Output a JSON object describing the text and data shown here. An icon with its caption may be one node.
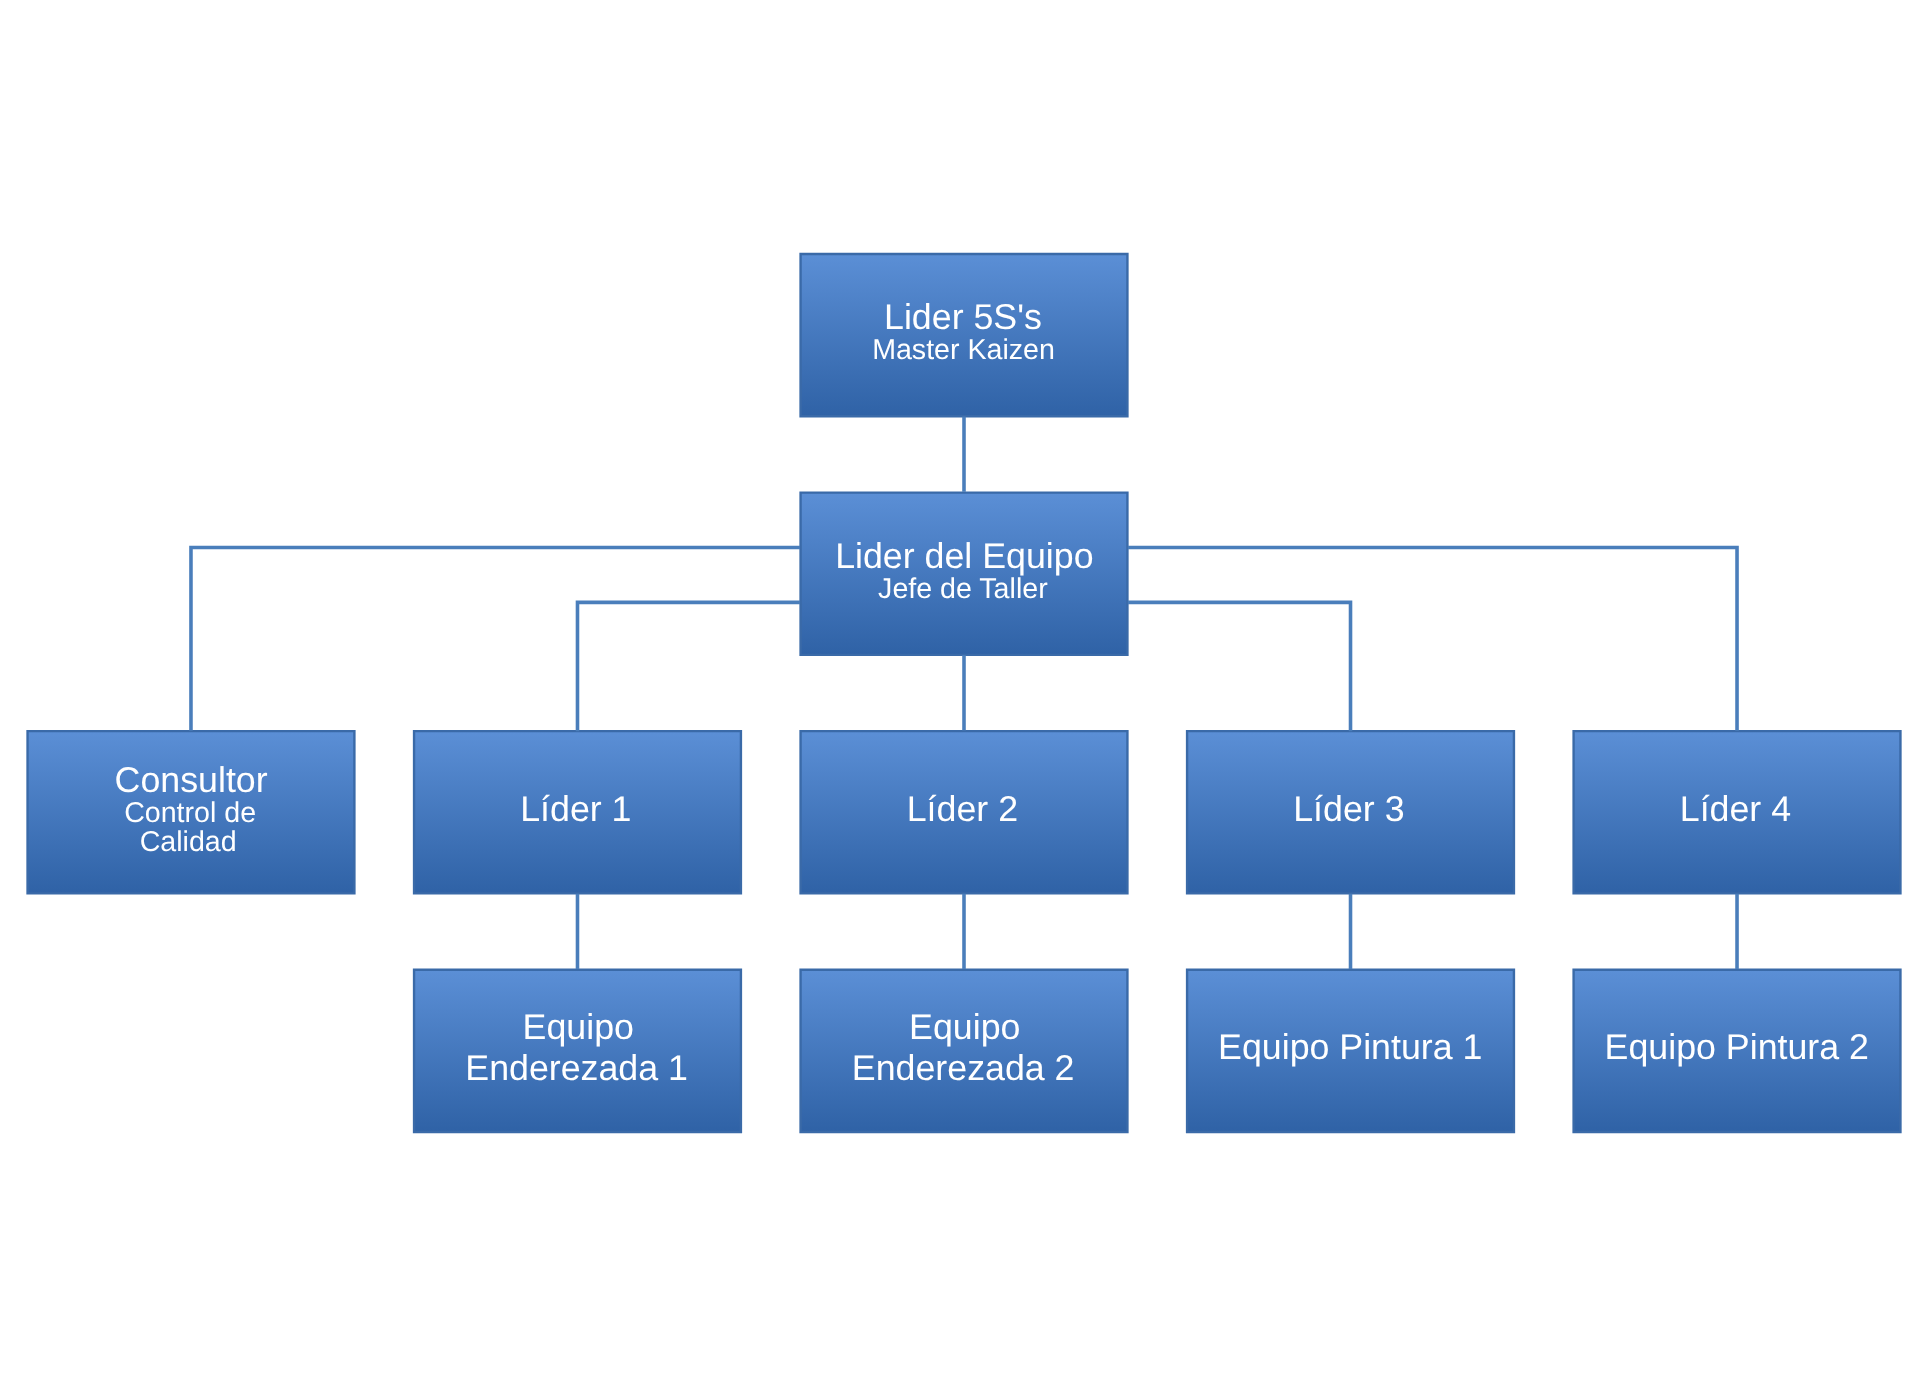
{
  "diagram": {
    "nodes": [
      {
        "text": [
          "Lider 5S's",
          "Master Kaizen"
        ]
      },
      {
        "text": [
          "Lider del Equipo",
          "Jefe de Taller"
        ]
      },
      {
        "text": [
          "Consultor",
          "Control de Calidad"
        ]
      },
      {
        "text": [
          "Líder 1"
        ]
      },
      {
        "text": [
          "Líder 2"
        ]
      },
      {
        "text": [
          "Líder 3"
        ]
      },
      {
        "text": [
          "Líder 4"
        ]
      },
      {
        "text": [
          "Equipo Enderezada 1"
        ]
      },
      {
        "text": [
          "Equipo Enderezada 2"
        ]
      },
      {
        "text": [
          "Equipo Pintura 1"
        ]
      },
      {
        "text": [
          "Equipo Pintura 2"
        ]
      }
    ],
    "edges": [
      {
        "from": 0,
        "to": 1,
        "arrow": "none"
      },
      {
        "from": 1,
        "to": 2,
        "arrow": "none"
      },
      {
        "from": 1,
        "to": 3,
        "arrow": "none"
      },
      {
        "from": 1,
        "to": 4,
        "arrow": "none"
      },
      {
        "from": 1,
        "to": 5,
        "arrow": "none"
      },
      {
        "from": 1,
        "to": 6,
        "arrow": "none"
      },
      {
        "from": 3,
        "to": 7,
        "arrow": "none"
      },
      {
        "from": 4,
        "to": 8,
        "arrow": "none"
      },
      {
        "from": 5,
        "to": 9,
        "arrow": "none"
      },
      {
        "from": 6,
        "to": 10,
        "arrow": "none"
      }
    ]
  }
}
